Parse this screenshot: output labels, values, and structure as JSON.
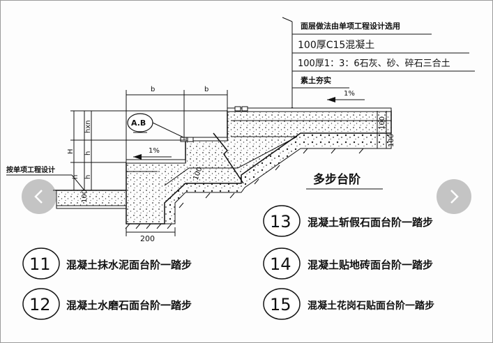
{
  "notes": {
    "top": "面层做法由单项工程设计选用",
    "layer1": "100厚C15混凝土",
    "layer2": "100厚1：3：6石灰、砂、碎石三合土",
    "layer3": "素土夯实"
  },
  "dims": {
    "b1": "b",
    "b2": "b",
    "h1": "h",
    "h2": "h",
    "h3": "h",
    "hxn": "hxn",
    "H": "H",
    "d100": "100",
    "d100a": "100",
    "d100b": "100",
    "d200": "200",
    "d100left": "100",
    "slope1": "1%",
    "slope2": "1%"
  },
  "tag": "A.B",
  "left_note": "按单项工程设计",
  "diagram_title": "多步台阶",
  "items": [
    {
      "num": "11",
      "label": "混凝土抹水泥面台阶一踏步"
    },
    {
      "num": "12",
      "label": "混凝土水磨石面台阶一踏步"
    },
    {
      "num": "13",
      "label": "混凝土斩假石面台阶一踏步"
    },
    {
      "num": "14",
      "label": "混凝土贴地砖面台阶一踏步"
    },
    {
      "num": "15",
      "label": "混凝土花岗石贴面台阶一踏步"
    }
  ],
  "nav": {
    "prev_icon": "chevron-left-icon",
    "next_icon": "chevron-right-icon"
  }
}
